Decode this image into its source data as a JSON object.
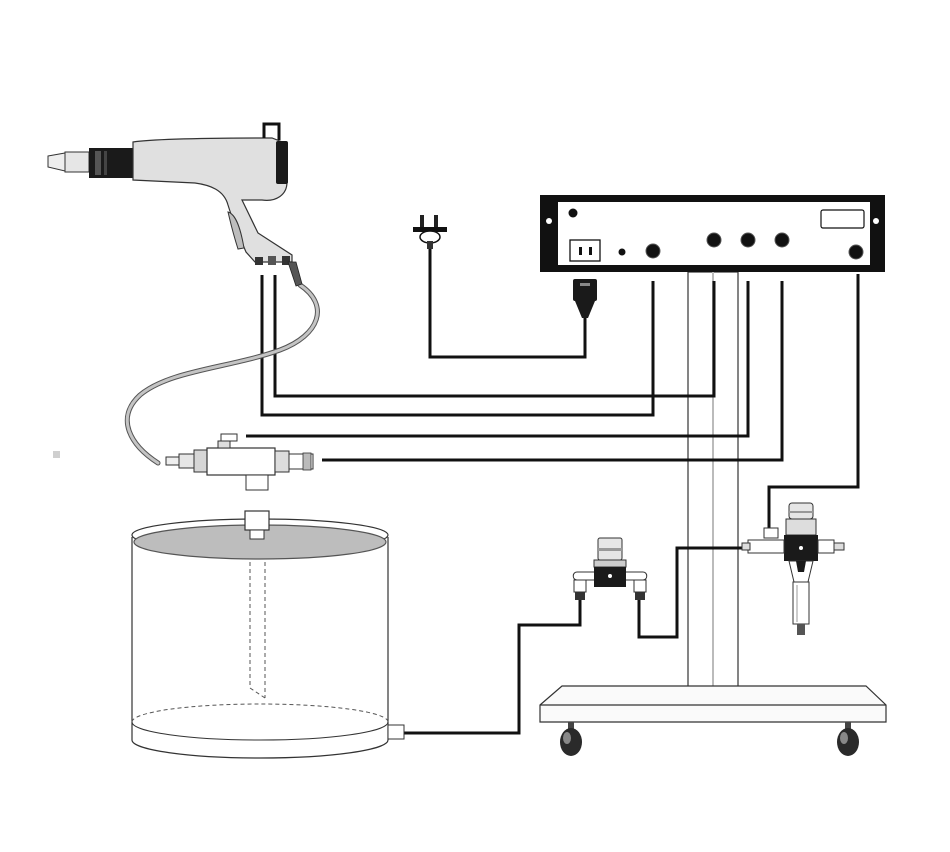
{
  "colors": {
    "background": "#ffffff",
    "line": "#111111",
    "outline": "#333333",
    "gun_body": "#e2e2e2",
    "hose": "#a8a8a8",
    "hopper_fill": "#bdbdbd",
    "hopper_edge": "#555555",
    "stand": "#f2f2f2",
    "panel": "#111111",
    "panel_face": "#ffffff"
  },
  "components": [
    {
      "id": "spray-gun",
      "icon": "spray-gun-icon"
    },
    {
      "id": "powder-hose",
      "icon": "hose-icon"
    },
    {
      "id": "power-plug",
      "icon": "power-plug-icon"
    },
    {
      "id": "control-unit",
      "icon": "control-panel-icon"
    },
    {
      "id": "powder-injector",
      "icon": "injector-icon"
    },
    {
      "id": "powder-hopper",
      "icon": "hopper-icon"
    },
    {
      "id": "fluidizing-valve",
      "icon": "valve-icon"
    },
    {
      "id": "air-filter-regulator",
      "icon": "filter-regulator-icon"
    },
    {
      "id": "mobile-stand",
      "icon": "cart-icon"
    }
  ]
}
